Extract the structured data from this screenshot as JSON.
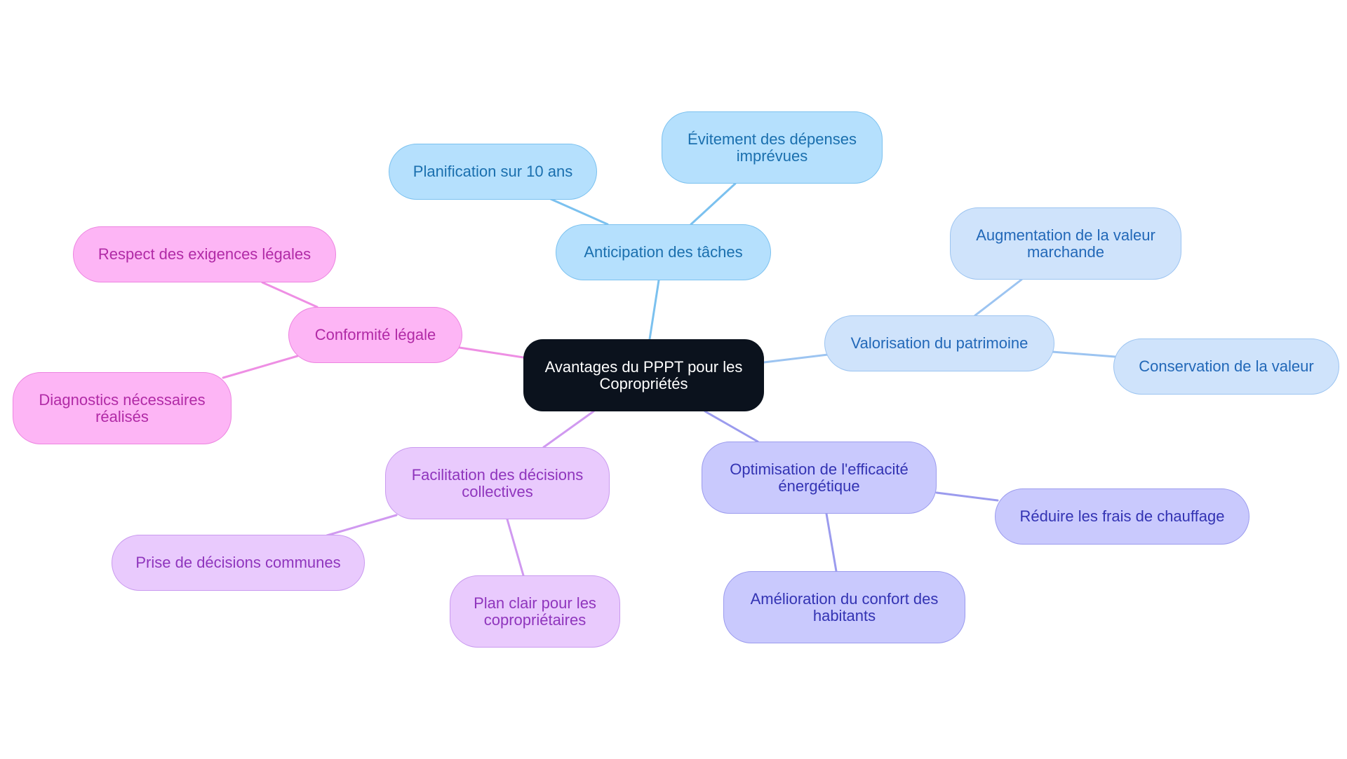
{
  "diagram": {
    "root": {
      "label": "Avantages du PPPT pour les\nCopropriétés"
    },
    "branches": [
      {
        "label": "Anticipation des tâches",
        "color": "#7bc1ef",
        "children": [
          {
            "label": "Planification sur 10 ans"
          },
          {
            "label": "Évitement des dépenses\nimprévues"
          }
        ]
      },
      {
        "label": "Valorisation du patrimoine",
        "color": "#9cc4f1",
        "children": [
          {
            "label": "Augmentation de la valeur\nmarchande"
          },
          {
            "label": "Conservation de la valeur"
          }
        ]
      },
      {
        "label": "Optimisation de l'efficacité\nénergétique",
        "color": "#9b9bee",
        "children": [
          {
            "label": "Réduire les frais de chauffage"
          },
          {
            "label": "Amélioration du confort des\nhabitants"
          }
        ]
      },
      {
        "label": "Facilitation des décisions\ncollectives",
        "color": "#d099f0",
        "children": [
          {
            "label": "Prise de décisions communes"
          },
          {
            "label": "Plan clair pour les\ncopropriétaires"
          }
        ]
      },
      {
        "label": "Conformité légale",
        "color": "#ee8fe4",
        "children": [
          {
            "label": "Respect des exigences légales"
          },
          {
            "label": "Diagnostics nécessaires\nréalisés"
          }
        ]
      }
    ]
  }
}
